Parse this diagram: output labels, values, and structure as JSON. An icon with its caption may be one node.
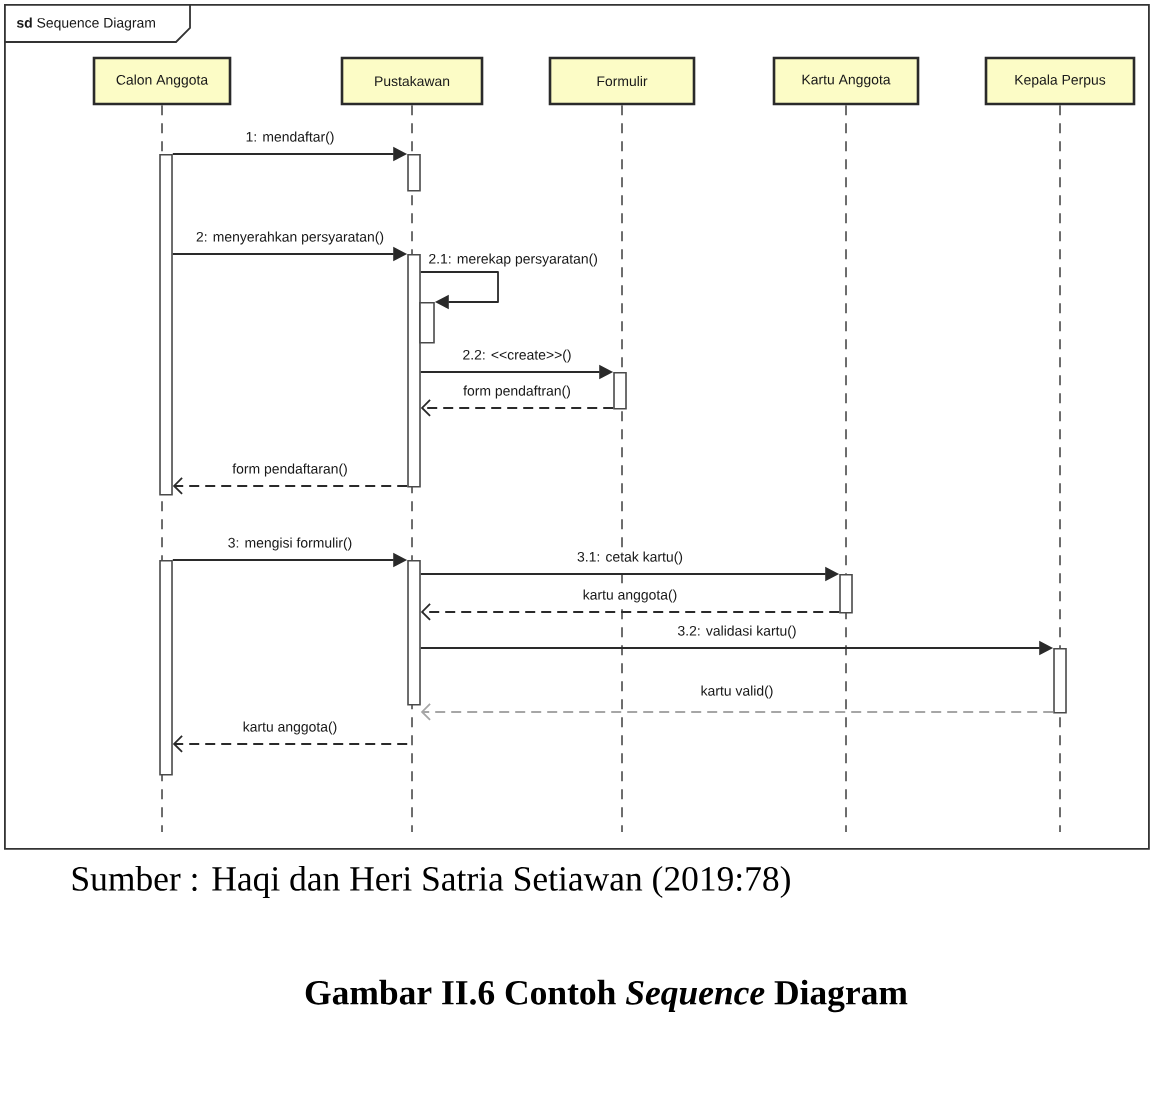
{
  "diagram": {
    "caption": "Gambar II.6 Contoh *Sequence* Diagram",
    "nodes": [
      {
        "text": [
          "**sd** Sequence Diagram"
        ]
      },
      {
        "text": [
          "Calon Anggota"
        ],
        "in": 0
      },
      {
        "text": [
          "Pustakawan"
        ],
        "in": 0
      },
      {
        "text": [
          "Formulir"
        ],
        "in": 0
      },
      {
        "text": [
          "Kartu Anggota"
        ],
        "in": 0
      },
      {
        "text": [
          "Kepala Perpus"
        ],
        "in": 0
      },
      {
        "text": [],
        "shape": "bar",
        "in": 0
      },
      {
        "text": [],
        "shape": "bar",
        "in": 0
      },
      {
        "text": [],
        "shape": "bar",
        "in": 0
      },
      {
        "text": [],
        "shape": "bar",
        "in": 0
      },
      {
        "text": [],
        "shape": "bar",
        "in": 0
      },
      {
        "text": [],
        "shape": "bar",
        "in": 0
      },
      {
        "text": [],
        "shape": "bar",
        "in": 0
      },
      {
        "text": [],
        "shape": "bar",
        "in": 0
      },
      {
        "text": [],
        "shape": "bar",
        "in": 0
      }
    ],
    "edges": [
      {
        "from": 6,
        "to": 7,
        "arrow": "to",
        "label": "1: mendaftar()"
      },
      {
        "from": 6,
        "to": 8,
        "arrow": "to",
        "label": "2: menyerahkan persyaratan()"
      },
      {
        "from": 8,
        "to": 9,
        "arrow": "to",
        "label": "2.1: merekap persyaratan()"
      },
      {
        "from": 8,
        "to": 10,
        "arrow": "to",
        "label": "2.2: <<create>>()"
      },
      {
        "from": 10,
        "to": 8,
        "arrow": "to",
        "label": "form pendaftran()",
        "style": "dashed"
      },
      {
        "from": 8,
        "to": 6,
        "arrow": "to",
        "label": "form pendaftaran()",
        "style": "dashed"
      },
      {
        "from": 11,
        "to": 12,
        "arrow": "to",
        "label": "3: mengisi formulir()"
      },
      {
        "from": 12,
        "to": 13,
        "arrow": "to",
        "label": "3.1: cetak kartu()"
      },
      {
        "from": 13,
        "to": 12,
        "arrow": "to",
        "label": "kartu anggota()",
        "style": "dashed"
      },
      {
        "from": 12,
        "to": 14,
        "arrow": "to",
        "label": "3.2: validasi kartu()"
      },
      {
        "from": 14,
        "to": 12,
        "arrow": "to",
        "label": "kartu valid()",
        "style": "dashed",
        "color": "#a6a6a6"
      },
      {
        "from": 12,
        "to": 11,
        "arrow": "to",
        "label": "kartu anggota()",
        "style": "dashed"
      }
    ],
    "labels": [
      "Sumber : Haqi dan Heri Satria Setiawan (2019:78)"
    ]
  }
}
